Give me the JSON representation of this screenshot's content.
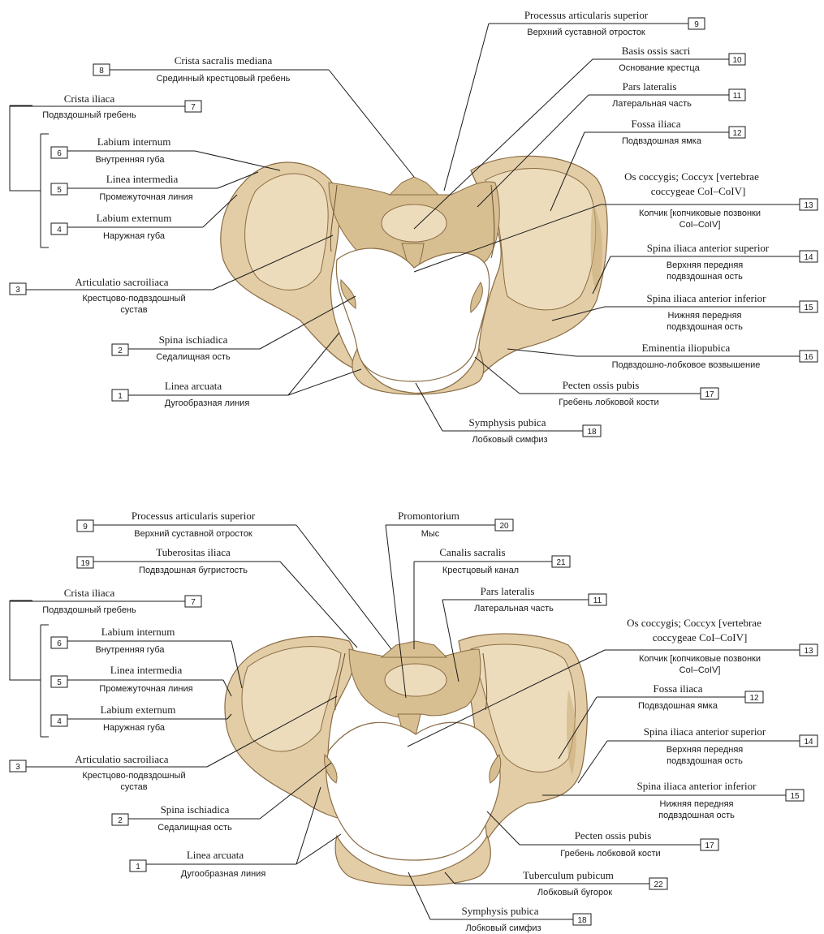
{
  "labels": {
    "crista_sacralis_mediana": {
      "number": "8",
      "latin": "Crista sacralis mediana",
      "russian": "Срединный крестцовый гребень"
    },
    "crista_iliaca": {
      "number": "7",
      "latin": "Crista iliaca",
      "russian": "Подвздошный гребень"
    },
    "labium_internum": {
      "number": "6",
      "latin": "Labium internum",
      "russian": "Внутренняя губа"
    },
    "linea_intermedia": {
      "number": "5",
      "latin": "Linea intermedia",
      "russian": "Промежуточная линия"
    },
    "labium_externum": {
      "number": "4",
      "latin": "Labium externum",
      "russian": "Наружная губа"
    },
    "articulatio_sacroiliaca": {
      "number": "3",
      "latin": "Articulatio sacroiliaca",
      "russian_1": "Крестцово-подвздошный",
      "russian_2": "сустав"
    },
    "spina_ischiadica": {
      "number": "2",
      "latin": "Spina ischiadica",
      "russian": "Седалищная ость"
    },
    "linea_arcuata": {
      "number": "1",
      "latin": "Linea arcuata",
      "russian": "Дугообразная линия"
    },
    "processus_articularis_superior": {
      "number": "9",
      "latin": "Processus articularis superior",
      "russian": "Верхний суставной отросток"
    },
    "basis_ossis_sacri": {
      "number": "10",
      "latin": "Basis ossis sacri",
      "russian": "Основание крестца"
    },
    "pars_lateralis": {
      "number": "11",
      "latin": "Pars lateralis",
      "russian": "Латеральная часть"
    },
    "fossa_iliaca": {
      "number": "12",
      "latin": "Fossa iliaca",
      "russian": "Подвздошная ямка"
    },
    "os_coccygis": {
      "number": "13",
      "latin_1": "Os coccygis; Coccyx [vertebrae",
      "latin_2": "coccygeae CoI–CoIV]",
      "russian_1": "Копчик [копчиковые позвонки",
      "russian_2": "CoI–CoIV]"
    },
    "spina_iliaca_anterior_superior": {
      "number": "14",
      "latin": "Spina iliaca anterior superior",
      "russian_1": "Верхняя передняя",
      "russian_2": "подвздошная ость"
    },
    "spina_iliaca_anterior_inferior": {
      "number": "15",
      "latin": "Spina iliaca anterior inferior",
      "russian_1": "Нижняя передняя",
      "russian_2": "подвздошная ость"
    },
    "eminentia_iliopubica": {
      "number": "16",
      "latin": "Eminentia iliopubica",
      "russian": "Подвздошно-лобковое возвышение"
    },
    "pecten_ossis_pubis": {
      "number": "17",
      "latin": "Pecten ossis pubis",
      "russian": "Гребень лобковой кости"
    },
    "symphysis_pubica": {
      "number": "18",
      "latin": "Symphysis pubica",
      "russian": "Лобковый симфиз"
    },
    "tuberositas_iliaca": {
      "number": "19",
      "latin": "Tuberositas iliaca",
      "russian": "Подвздошная бугристость"
    },
    "promontorium": {
      "number": "20",
      "latin": "Promontorium",
      "russian": "Мыс"
    },
    "canalis_sacralis": {
      "number": "21",
      "latin": "Canalis sacralis",
      "russian": "Крестцовый канал"
    },
    "tuberculum_pubicum": {
      "number": "22",
      "latin": "Tuberculum pubicum",
      "russian": "Лобковый бугорок"
    }
  },
  "colors": {
    "bone": "#e3cda6",
    "bone_outline": "#8a6c44",
    "text": "#1a1a1a",
    "background": "#ffffff"
  }
}
